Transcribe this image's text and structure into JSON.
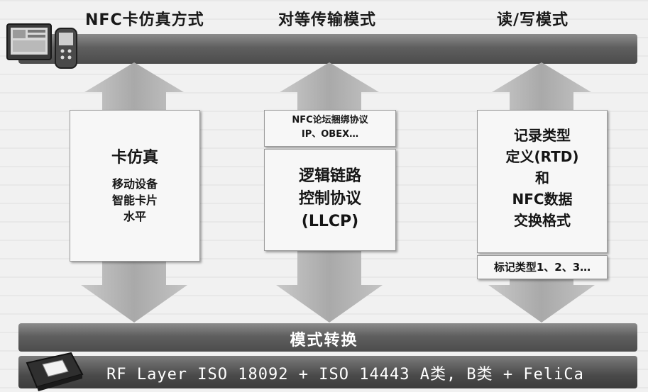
{
  "headers": {
    "card_emulation": "NFC卡仿真方式",
    "peer_to_peer": "对等传输模式",
    "read_write": "读/写模式"
  },
  "card_box": {
    "title": "卡仿真",
    "lines": [
      "移动设备",
      "智能卡片",
      "水平"
    ]
  },
  "p2p_box": {
    "top_lines": [
      "NFC论坛捆绑协议",
      "IP、OBEX…"
    ],
    "lines": [
      "逻辑链路",
      "控制协议",
      "(LLCP)"
    ]
  },
  "rw_box": {
    "lines": [
      "记录类型",
      "定义(RTD)",
      "和",
      "NFC数据",
      "交换格式"
    ],
    "tag_line": "标记类型1、2、3…"
  },
  "mode_switch": "模式转换",
  "rf_layer": "RF Layer ISO 18092 + ISO 14443 A类, B类 + FeliCa",
  "icons": {
    "top_left": "phone-icon",
    "bottom_left": "card-reader-icon"
  },
  "colors": {
    "band": "#5a5a5a",
    "arrow": "#b8b8b8",
    "box": "#f7f7f7"
  }
}
